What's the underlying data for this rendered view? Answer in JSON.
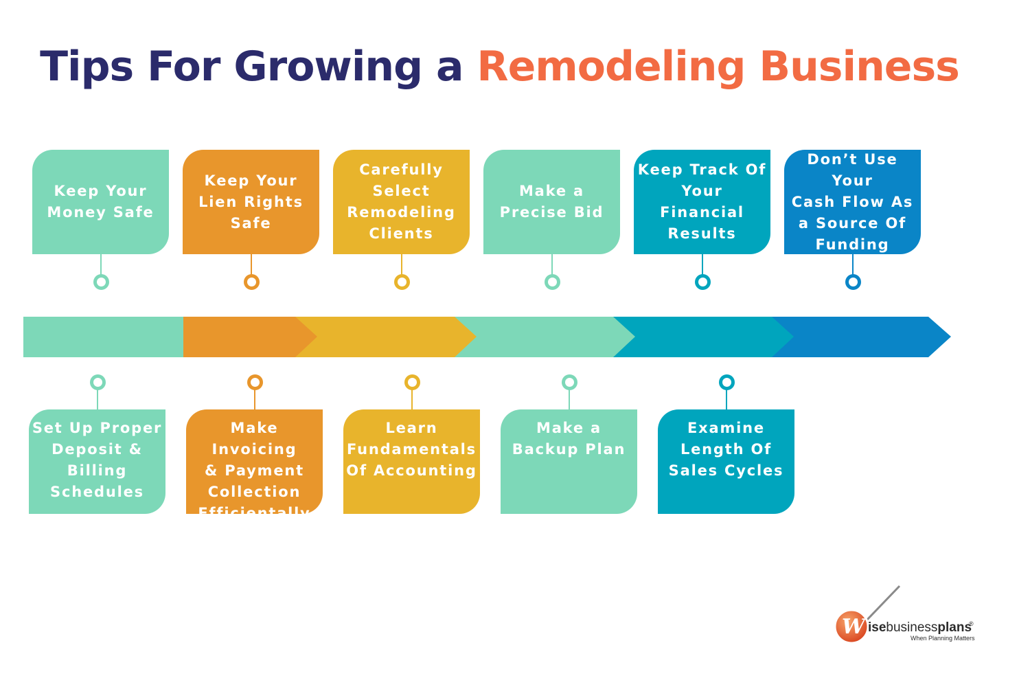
{
  "title": {
    "part1": "Tips For Growing a",
    "part2": "Remodeling Business"
  },
  "colors": {
    "mint": "#7dd8b8",
    "orange": "#e8962c",
    "yellow": "#e8b42c",
    "teal": "#00a5bd",
    "blue": "#0a85c7",
    "navy": "#2b2b6b",
    "coral": "#f26b43"
  },
  "top_tips": [
    {
      "lines": [
        "Keep Your",
        "Money Safe"
      ],
      "color": "mint"
    },
    {
      "lines": [
        "Keep Your",
        "Lien Rights",
        "Safe"
      ],
      "color": "orange"
    },
    {
      "lines": [
        "Carefully",
        "Select",
        "Remodeling",
        "Clients"
      ],
      "color": "yellow"
    },
    {
      "lines": [
        "Make a",
        "Precise Bid"
      ],
      "color": "mint"
    },
    {
      "lines": [
        "Keep Track Of",
        "Your Financial",
        "Results"
      ],
      "color": "teal"
    },
    {
      "lines": [
        "Don’t Use Your",
        "Cash Flow As",
        "a Source Of",
        "Funding"
      ],
      "color": "blue"
    }
  ],
  "bottom_tips": [
    {
      "lines": [
        "Set Up Proper",
        "Deposit &",
        "Billing",
        "Schedules"
      ],
      "color": "mint"
    },
    {
      "lines": [
        "Make Invoicing",
        "& Payment",
        "Collection",
        "Efficientally"
      ],
      "color": "orange"
    },
    {
      "lines": [
        "Learn",
        "Fundamentals",
        "Of Accounting"
      ],
      "color": "yellow"
    },
    {
      "lines": [
        "Make a",
        "Backup Plan"
      ],
      "color": "mint"
    },
    {
      "lines": [
        "Examine",
        "Length Of",
        "Sales Cycles"
      ],
      "color": "teal"
    }
  ],
  "logo": {
    "brand_w": "W",
    "brand_rest": "ise",
    "brand_mid": "business",
    "brand_end": "plans",
    "registered": "®",
    "tagline": "When Planning Matters"
  }
}
